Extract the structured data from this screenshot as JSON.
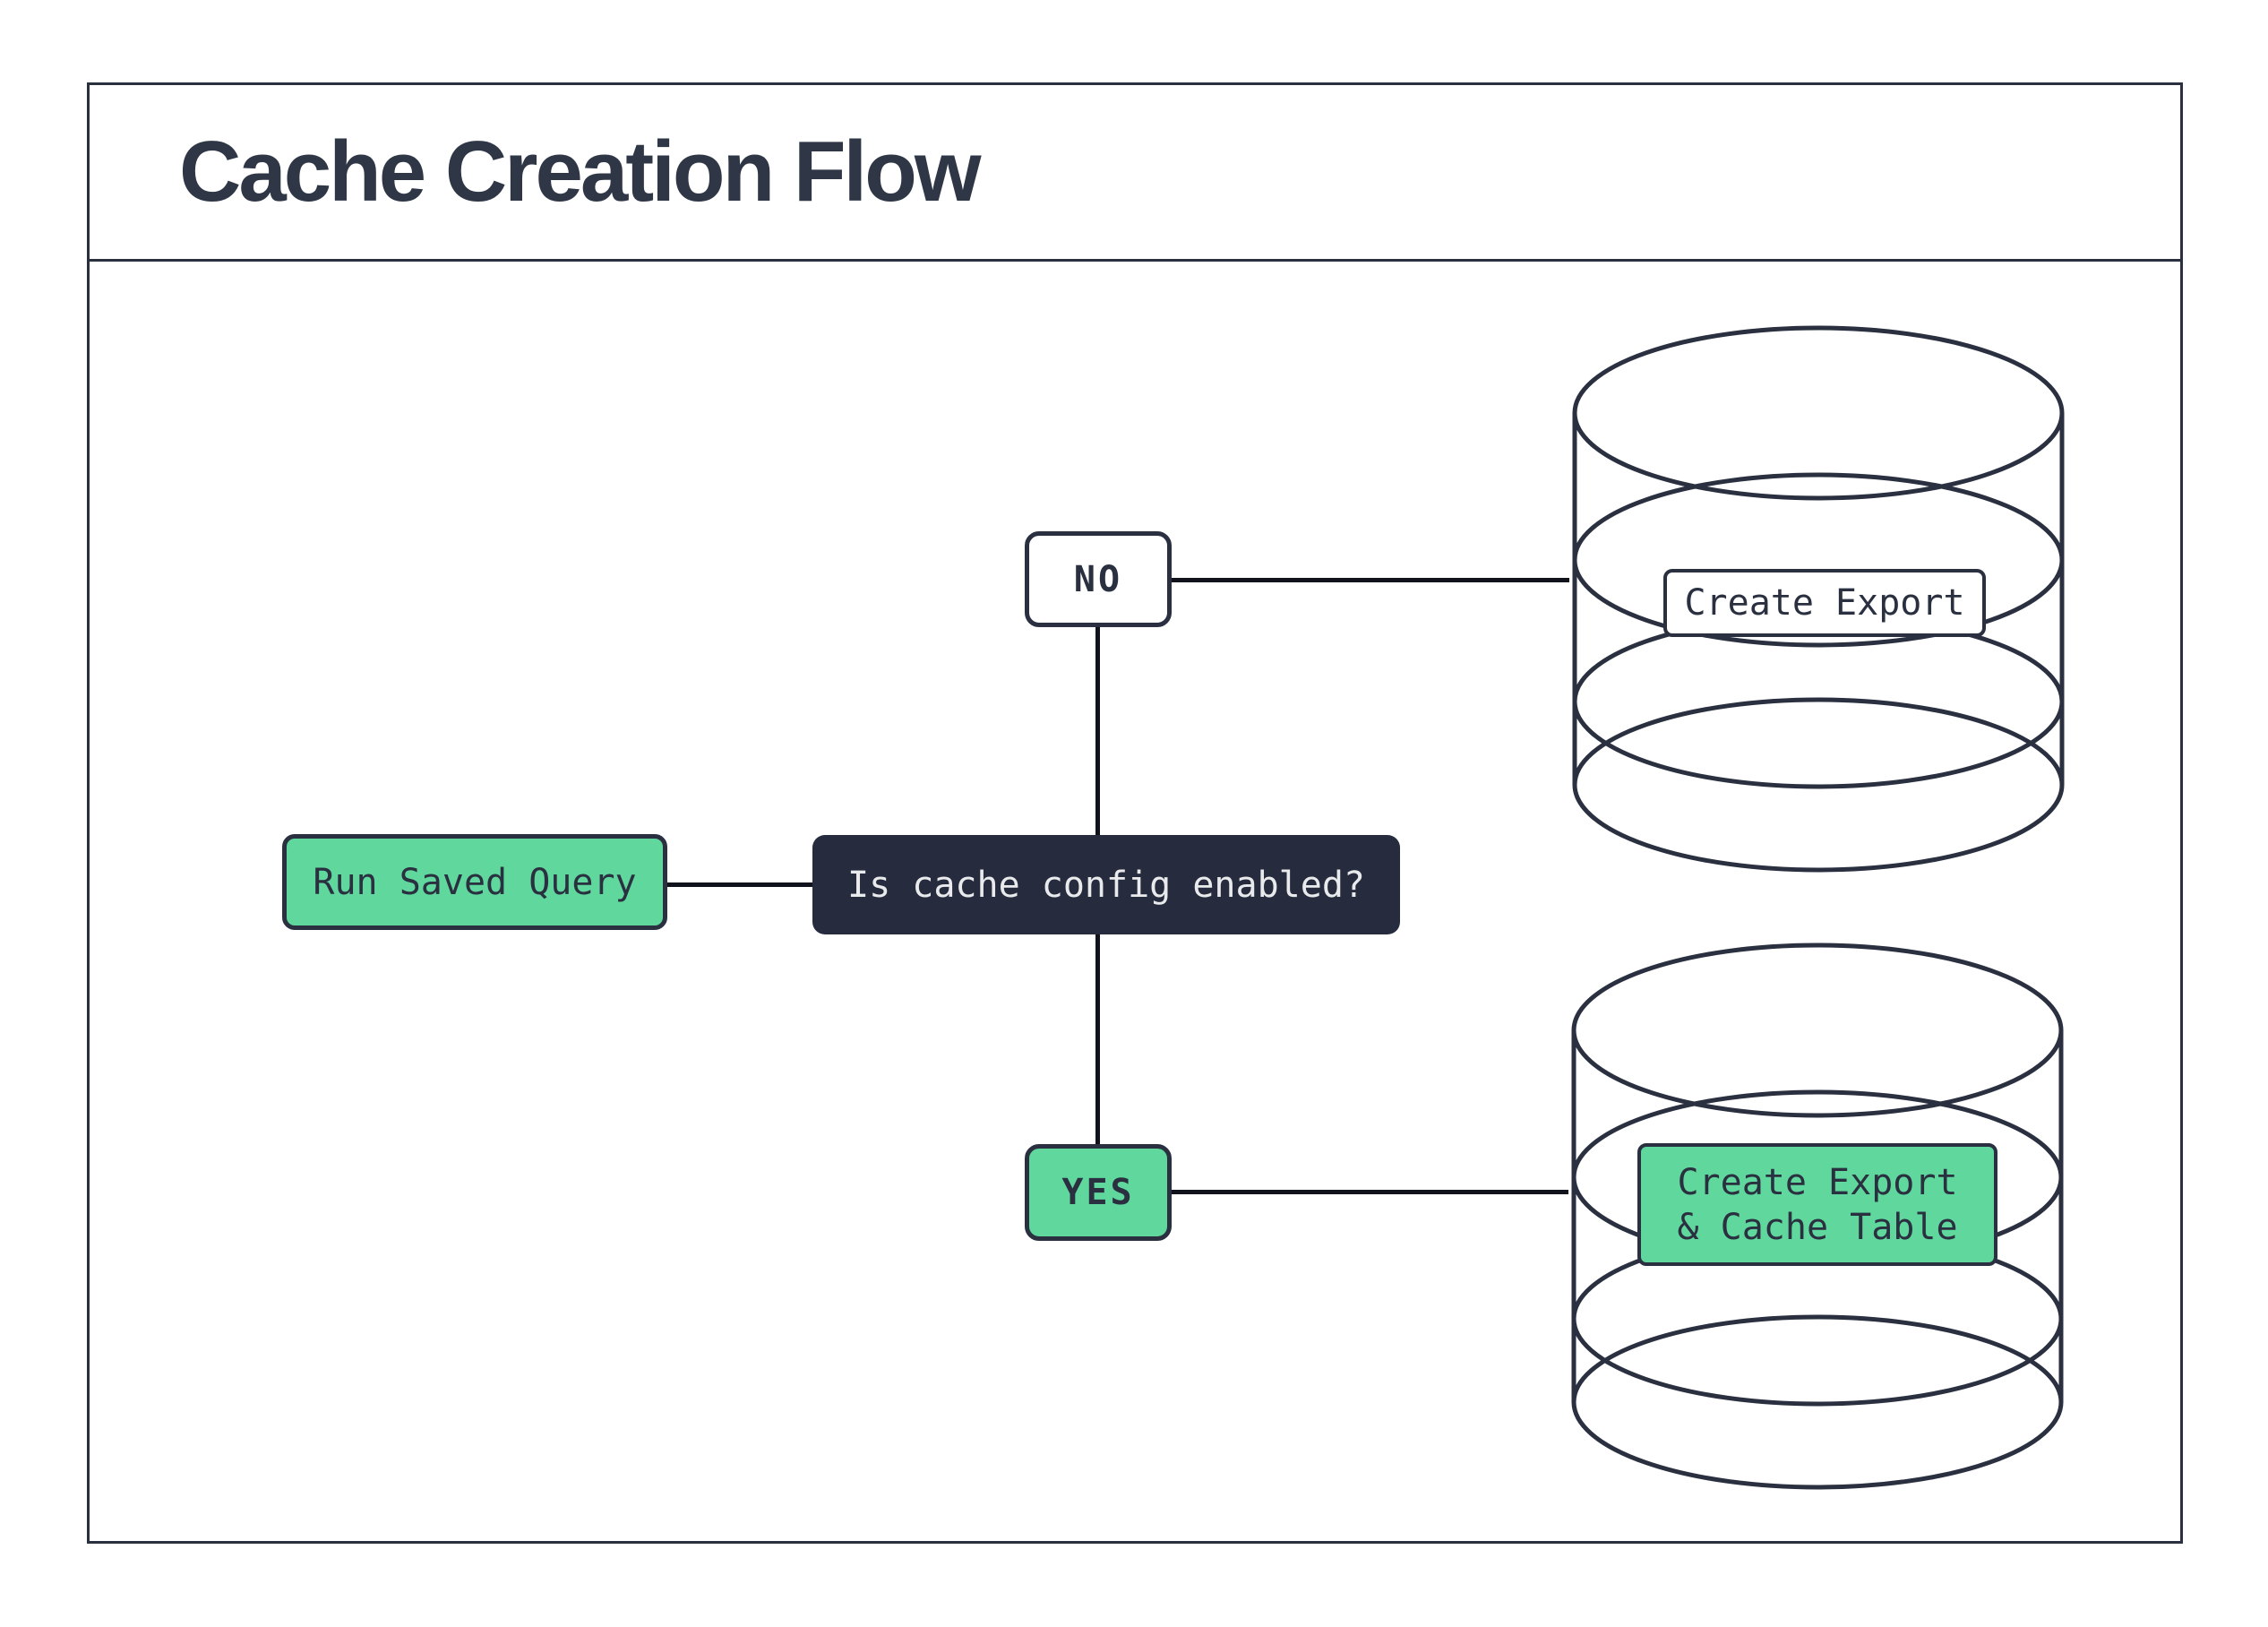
{
  "title": "Cache Creation Flow",
  "colors": {
    "navy": "#2a3040",
    "dark-fill": "#262c3e",
    "green": "#5fd79d",
    "light-text": "#e9eaec",
    "connector": "#10131b",
    "title-color": "#2f3747"
  },
  "nodes": {
    "start": {
      "label": "Run Saved Query"
    },
    "decision": {
      "label": "Is cache config enabled?"
    },
    "no_branch": {
      "label": "NO"
    },
    "yes_branch": {
      "label": "YES"
    },
    "no_result": {
      "label": "Create Export"
    },
    "yes_result": {
      "line1": "Create Export",
      "line2": "& Cache Table"
    }
  }
}
